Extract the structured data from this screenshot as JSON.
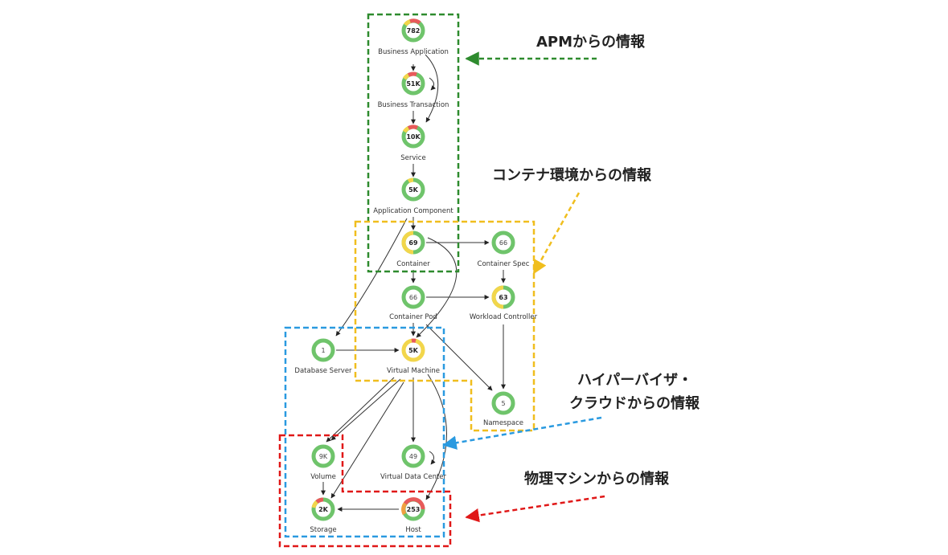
{
  "nodes": {
    "business_application": {
      "value": "782",
      "label": "Business Application"
    },
    "business_transaction": {
      "value": "51K",
      "label": "Business Transaction"
    },
    "service": {
      "value": "10K",
      "label": "Service"
    },
    "application_component": {
      "value": "5K",
      "label": "Application Component"
    },
    "container": {
      "value": "69",
      "label": "Container"
    },
    "container_spec": {
      "value": "66",
      "label": "Container Spec"
    },
    "container_pod": {
      "value": "66",
      "label": "Container Pod"
    },
    "workload_controller": {
      "value": "63",
      "label": "Workload Controller"
    },
    "database_server": {
      "value": "1",
      "label": "Database Server"
    },
    "virtual_machine": {
      "value": "5K",
      "label": "Virtual Machine"
    },
    "namespace": {
      "value": "5",
      "label": "Namespace"
    },
    "volume": {
      "value": "9K",
      "label": "Volume"
    },
    "virtual_data_center": {
      "value": "49",
      "label": "Virtual Data Center"
    },
    "storage": {
      "value": "2K",
      "label": "Storage"
    },
    "host": {
      "value": "253",
      "label": "Host"
    }
  },
  "callouts": {
    "apm": "APMからの情報",
    "container_env": "コンテナ環境からの情報",
    "hypervisor_line1": "ハイパーバイザ・",
    "hypervisor_line2": "クラウドからの情報",
    "physical": "物理マシンからの情報"
  },
  "colors": {
    "apm_box": "#2e8b2e",
    "container_box": "#f0be1e",
    "hypervisor_box": "#2a9ae0",
    "physical_box": "#e01818",
    "ring_green": "#6fc46b",
    "ring_yellow": "#f2d64b",
    "ring_red": "#e85a5a",
    "ring_orange": "#f0a040"
  }
}
